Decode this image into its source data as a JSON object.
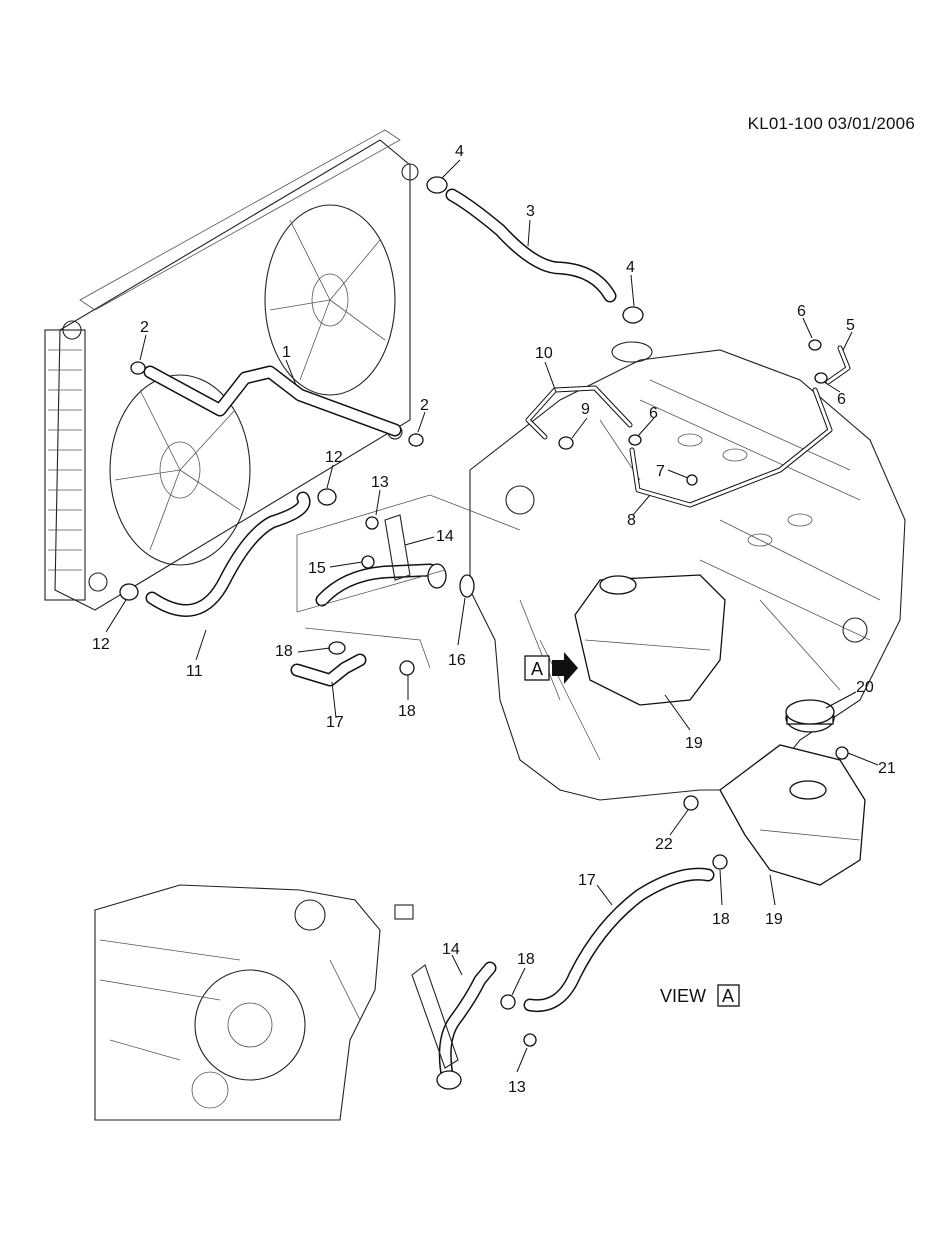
{
  "header": {
    "code_date": "KL01-100  03/01/2006"
  },
  "view_label": {
    "text": "VIEW",
    "letter": "A"
  },
  "view_marker": {
    "letter": "A"
  },
  "callouts": [
    "1",
    "2",
    "2",
    "3",
    "4",
    "4",
    "5",
    "6",
    "6",
    "6",
    "7",
    "8",
    "9",
    "10",
    "11",
    "12",
    "12",
    "13",
    "13",
    "14",
    "14",
    "15",
    "16",
    "17",
    "17",
    "18",
    "18",
    "18",
    "18",
    "19",
    "19",
    "20",
    "21",
    "22"
  ]
}
